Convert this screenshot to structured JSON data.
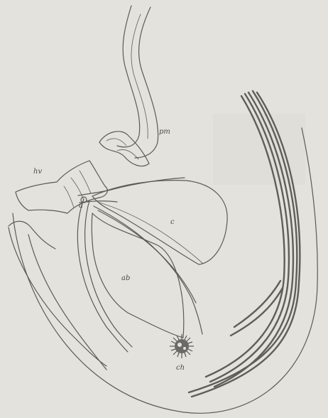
{
  "figure": {
    "labels": {
      "pm": "pm",
      "hv": "hv",
      "c": "c",
      "ab": "ab",
      "ch": "ch",
      "a": "a"
    },
    "colors": {
      "paper": "#e4e2dc",
      "ink": "#5a5a56",
      "dark_band": "#5e5e5a"
    }
  }
}
